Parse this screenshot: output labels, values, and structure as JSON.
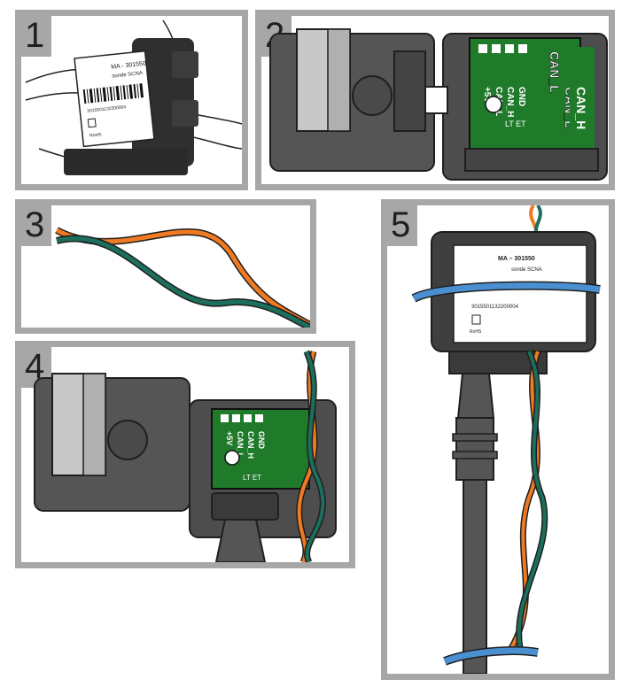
{
  "steps": [
    {
      "number": "1"
    },
    {
      "number": "2"
    },
    {
      "number": "3"
    },
    {
      "number": "4"
    },
    {
      "number": "5"
    }
  ],
  "step1": {
    "label_model": "MA - 301550",
    "label_name": "sonde SCNA",
    "barcode_number": "3015501132200004",
    "ce_mark": "RoHS"
  },
  "step2": {
    "pcb_pins": [
      "+5V",
      "CAN_L",
      "CAN_H",
      "GND"
    ],
    "pcb_extra": "LT ET",
    "wire_labels": [
      "CAN_L",
      "CAN_L",
      "CAN_H"
    ]
  },
  "step4": {
    "pcb_pins": [
      "+5V",
      "CAN_L",
      "CAN_H",
      "GND"
    ],
    "pcb_extra": "LT ET"
  },
  "step5": {
    "label_model": "MA – 301550",
    "label_name": "sonde SCNA",
    "barcode_number": "3015501132200004",
    "ce_mark": "RoHS"
  },
  "colors": {
    "frame": "#a7a7a7",
    "housing": "#505050",
    "housing_dark": "#2e2e2e",
    "pcb": "#1f7a2a",
    "wire_orange": "#f07a22",
    "wire_green": "#1c6f5c",
    "strap": "#4a8fd0"
  }
}
